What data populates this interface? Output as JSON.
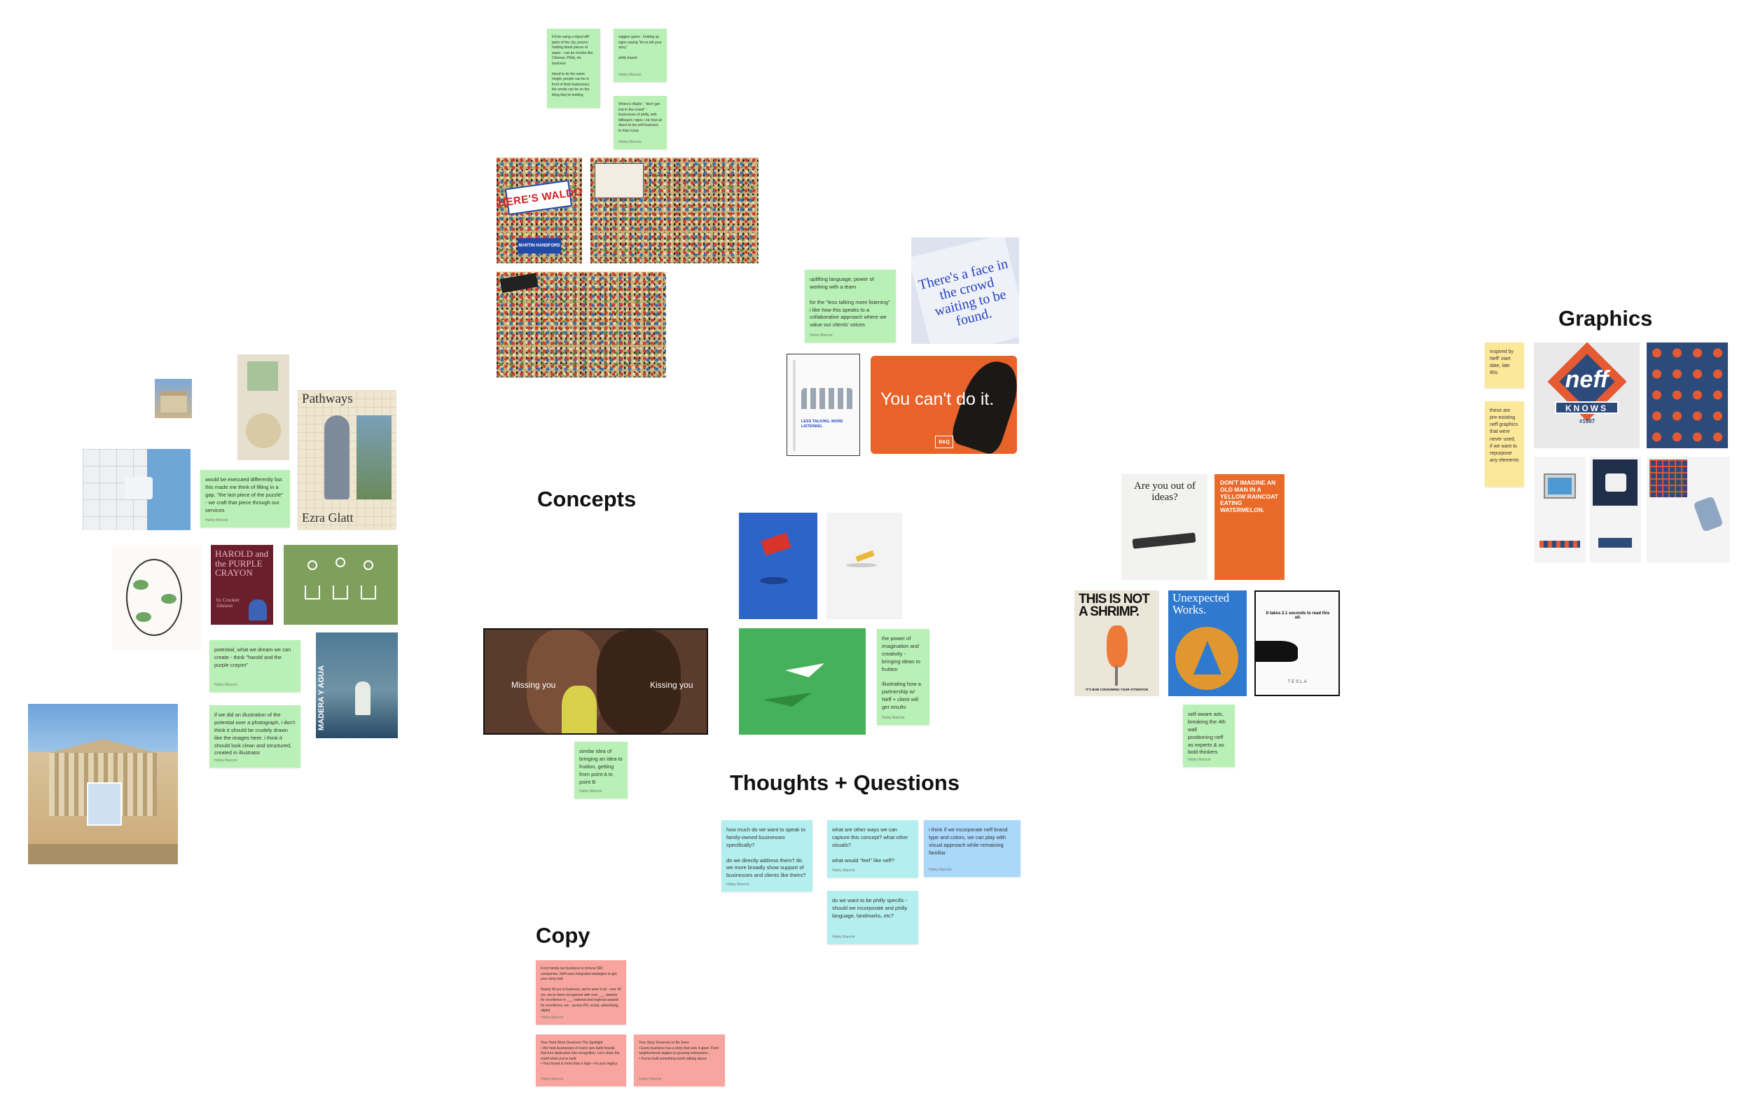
{
  "headings": {
    "concepts": "Concepts",
    "thoughts": "Thoughts + Questions",
    "copy": "Copy",
    "graphics": "Graphics"
  },
  "notes": {
    "n1": "It'd be using a tripod diff parts of the city, person holding blank pieces of paper - can be chunks like Chinese, Philly, etc business\n\ntripod to do the same height, people can be in front of their businesses, the words can be on the thing they're holding",
    "n2": "wiggles game - holding up signs saying \"let us tell your story\"\n\nphilly based",
    "n3": "Where's Waldo - \"don't get lost in the crowd\" - businesses of philly, with billboard / signs / etc that all direct to the neff business to help it pop",
    "n4": "uplifting language; power of working with a team\n\nfor the \"less talking more listening\" i like how this speaks to a collaborative approach where we value our clients' voices",
    "n5": "would be executed differently but this made me think of filling in a gap, \"the last piece of the puzzle\" - we craft that piece through our services",
    "n6": "potential, what we dream we can create - think \"harold and the purple crayon\"",
    "n7": "if we did an illustration of the potential over a photograph, i don't think it should be crudely drawn like the images here. i think it should look clean and structured, created in illustrator",
    "n8": "similar idea of bringing an idea to fruition, getting from point A to point B",
    "n9": "the power of imagination and creativity - bringing ideas to fruition\n\nillustrating how a partnership w/ Neff + client will get results",
    "n10": "self-aware ads, breaking the 4th wall\npositioning neff as experts & as bold thinkers",
    "n11": "how much do we want to speak to family-owned businesses specifically?\n\ndo we directly address them? do we more broadly show support of businesses and clients like theirs?",
    "n12": "what are other ways we can capture this concept? what other visuals?\n\nwhat would \"feel\" like neff?",
    "n13": "i think if we incorporate neff brand type and colors, we can play with visual approach while remaining familiar",
    "n14": "do we want to be philly specific - should we incorporate and philly language, landmarks, etc?",
    "n15": "inspired by Neff' start date, late 80s",
    "n16": "these are pre-existing neff graphics that were never used, if we want to repurpose any elements",
    "n17": "From family-run business to fortune 500 companies, Neff uses integrated strategies to get your story told.\n\nNearly 40 yrs in business, we've seen it all - over 40 yrs, we've been recognized with over ___ awards for excellence in ___ national and regional awards for excellence, etc - across PR, social, advertising, digital.",
    "n18": "Your Hard Work Deserves The Spotlight\n• We help businesses of every size build brands that turn dedication into recognition. Let's show the world what you've built.\n• Your brand is more than a logo—it's your legacy.",
    "n19": "Your Story Deserves to Be Seen\n• Every business has a story that sets it apart. From neighborhood staples to growing enterprises...\n• You've built something worth talking about."
  },
  "note_author": "Hailey Mancini",
  "images": {
    "waldo_title": "WHERE'S WALDO?",
    "waldo_author": "MARTIN HANDFORD",
    "face_crowd": "There's a face in the crowd waiting to be found.",
    "you_can_do_it": "You can't do it.",
    "bo": "B&Q",
    "less_talking": "LESS TALKING. MORE LISTENING.",
    "pathways": "Pathways",
    "ezra": "Ezra Glatt",
    "harold": "HAROLD and the PURPLE CRAYON",
    "crockett": "by Crockett Johnson",
    "madera": "MADERA Y AGUA",
    "kissing_left": "Missing you",
    "kissing_right": "Kissing you",
    "out_of_ideas": "Are you out of ideas?",
    "watermelon": "DON'T IMAGINE AN OLD MAN IN A YELLOW RAINCOAT EATING WATERMELON.",
    "shrimp": "THIS IS NOT A SHRIMP.",
    "shrimp_sub": "IT'S BOB CONSUMING YOUR ATTENTION",
    "unexpected": "Unexpected Works.",
    "tesla": "TESLA",
    "tesla_head": "It takes 2.1 seconds to read this ad.",
    "neff": "neff",
    "knows": "KNOWS",
    "year": "#1987"
  },
  "colors": {
    "green_note": "#b8f0b5",
    "teal_note": "#b2efee",
    "blue_note": "#a9d8fb",
    "yellow_note": "#fde89a",
    "red_note": "#f7a59e",
    "orange": "#e8622a"
  }
}
